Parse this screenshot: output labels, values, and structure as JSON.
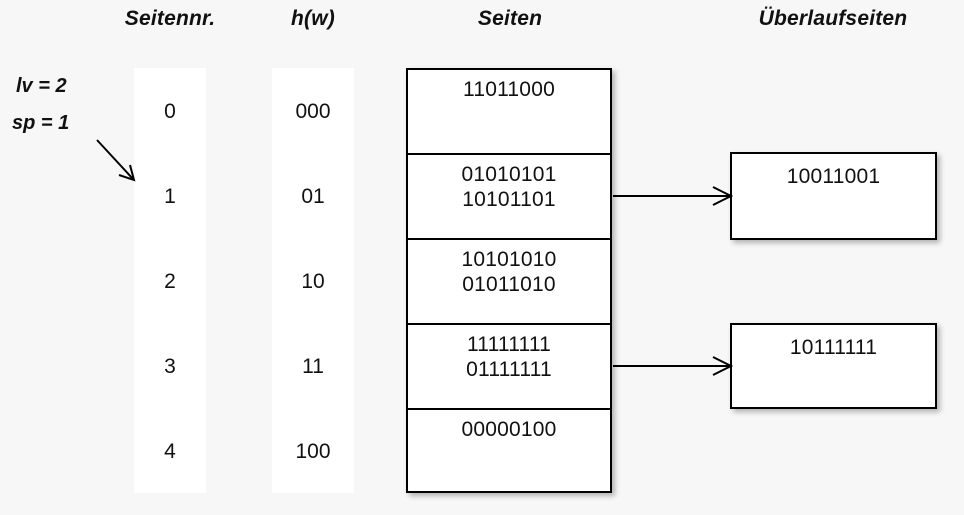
{
  "headers": {
    "page_no": "Seitennr.",
    "hash": "h(w)",
    "pages": "Seiten",
    "overflow": "Überlaufseiten"
  },
  "params": {
    "lv": "lv = 2",
    "sp": "sp = 1"
  },
  "page_numbers": [
    "0",
    "1",
    "2",
    "3",
    "4"
  ],
  "hash_values": [
    "000",
    "01",
    "10",
    "11",
    "100"
  ],
  "pages": [
    {
      "entries": [
        "11011000"
      ]
    },
    {
      "entries": [
        "01010101",
        "10101101"
      ]
    },
    {
      "entries": [
        "10101010",
        "01011010"
      ]
    },
    {
      "entries": [
        "11111111",
        "01111111"
      ]
    },
    {
      "entries": [
        "00000100"
      ]
    }
  ],
  "overflow_pages": [
    {
      "entries": [
        "10011001"
      ],
      "from_page": "1"
    },
    {
      "entries": [
        "10111111"
      ],
      "from_page": "3"
    }
  ],
  "colors": {
    "background": "#f7f7f7",
    "panel": "#ffffff",
    "stroke": "#000000",
    "text": "#111111"
  }
}
